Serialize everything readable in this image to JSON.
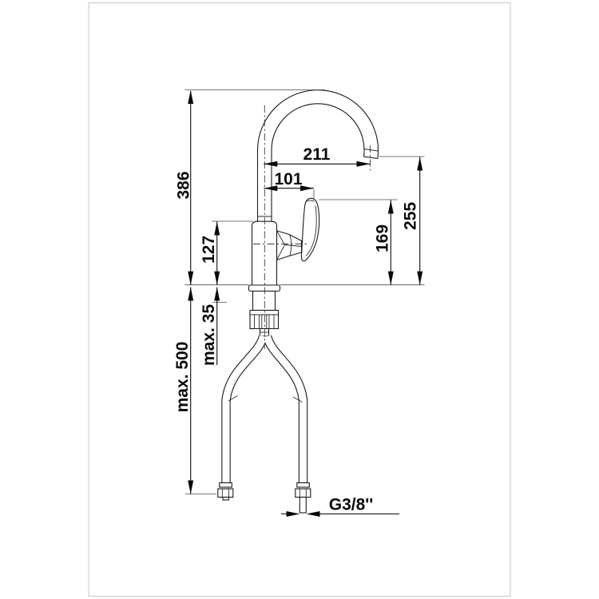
{
  "dimensions": {
    "spout_height": "386",
    "spout_reach": "211",
    "handle_reach": "101",
    "body_height": "127",
    "handle_height": "169",
    "outlet_height": "255",
    "max_deck_thickness": "max. 35",
    "max_hose_length": "max. 500",
    "thread_size": "G3/8''"
  },
  "colors": {
    "drawing_line": "#1a1a1a",
    "dimension_line": "#0a0a0a",
    "frame_border": "#c6c6c6",
    "background": "#ffffff"
  }
}
